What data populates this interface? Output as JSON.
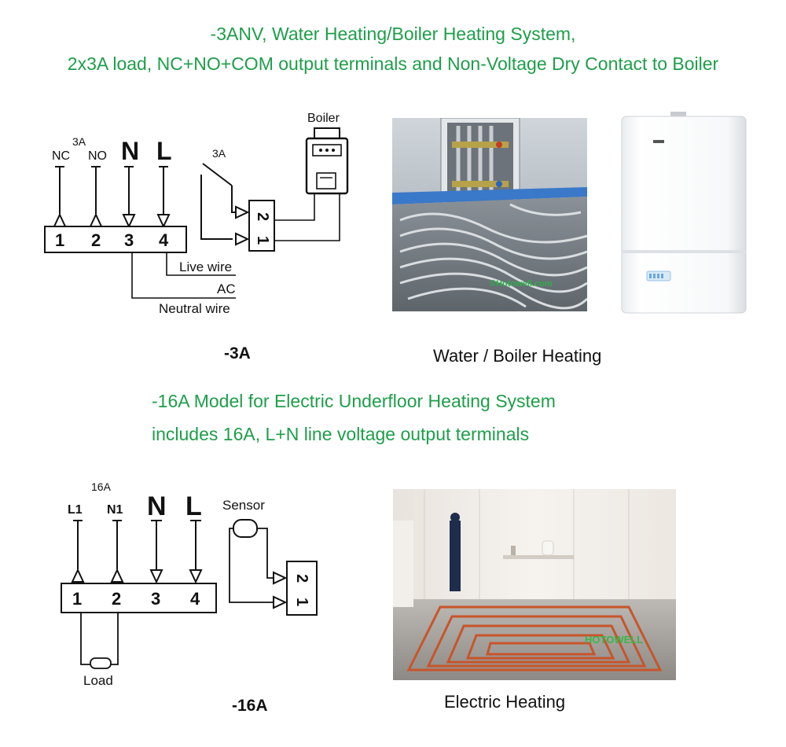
{
  "header": {
    "line1": "-3ANV, Water Heating/Boiler Heating System,",
    "line2": "2x3A load, NC+NO+COM output terminals and Non-Voltage Dry Contact to Boiler"
  },
  "section16": {
    "line1": "-16A Model for Electric Underfloor Heating System",
    "line2": "includes 16A, L+N line voltage output terminals"
  },
  "diagram3a": {
    "rating_top": "3A",
    "nc": "NC",
    "no": "NO",
    "n": "N",
    "l": "L",
    "terminals": [
      "1",
      "2",
      "3",
      "4"
    ],
    "relay_rating": "3A",
    "boiler": "Boiler",
    "boiler_terminals": [
      "1",
      "2"
    ],
    "live_wire": "Live wire",
    "ac": "AC",
    "neutral_wire": "Neutral wire",
    "caption": "-3A"
  },
  "diagram16a": {
    "rating_top": "16A",
    "l1": "L1",
    "n1": "N1",
    "n": "N",
    "l": "L",
    "terminals": [
      "1",
      "2",
      "3",
      "4"
    ],
    "sensor": "Sensor",
    "sensor_terminals": [
      "1",
      "2"
    ],
    "load": "Load",
    "caption": "-16A"
  },
  "photos": {
    "water_caption": "Water / Boiler Heating",
    "electric_caption": "Electric Heating",
    "watermark1": "©Hotowell.com",
    "watermark2": "HOTOWELL"
  },
  "colors": {
    "accent_green": "#1e9e4a",
    "pipe_orange": "#c8552a"
  }
}
